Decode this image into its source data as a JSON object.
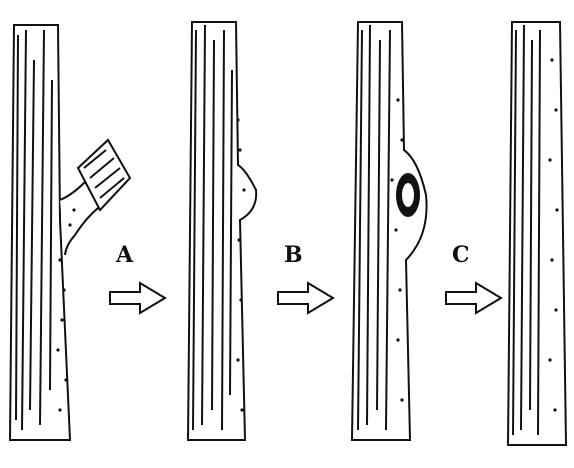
{
  "figure": {
    "steps": [
      {
        "label": "A",
        "icon": "right-arrow-icon"
      },
      {
        "label": "B",
        "icon": "right-arrow-icon"
      },
      {
        "label": "C",
        "icon": "right-arrow-icon"
      }
    ],
    "stages": [
      {
        "name": "branch-stub"
      },
      {
        "name": "small-knob"
      },
      {
        "name": "healing-callus"
      },
      {
        "name": "healed-trunk"
      }
    ],
    "colors": {
      "ink": "#111111",
      "background": "#ffffff"
    }
  }
}
